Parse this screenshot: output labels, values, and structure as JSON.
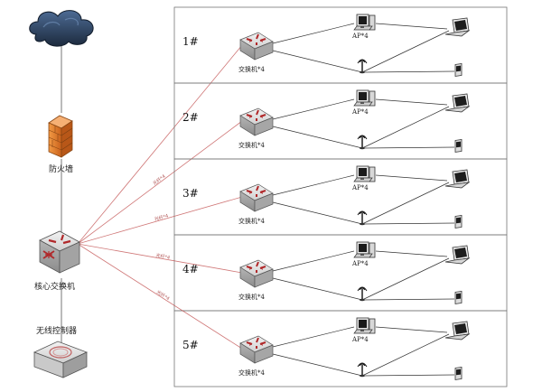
{
  "left_column": {
    "firewall_label": "防火墙",
    "core_switch_label": "核心交换机",
    "wireless_controller_label": "无线控制器"
  },
  "floors": [
    {
      "number": "1#",
      "switch_label": "交换机*4",
      "ap_label": "AP*4",
      "link_label": ""
    },
    {
      "number": "2#",
      "switch_label": "交换机*4",
      "ap_label": "AP*4",
      "link_label": "光纤*4"
    },
    {
      "number": "3#",
      "switch_label": "交换机*4",
      "ap_label": "AP*4",
      "link_label": "光纤*4"
    },
    {
      "number": "4#",
      "switch_label": "交换机*4",
      "ap_label": "AP*4",
      "link_label": "光纤*4"
    },
    {
      "number": "5#",
      "switch_label": "交换机*4",
      "ap_label": "AP*4",
      "link_label": "光纤*4"
    }
  ],
  "colors": {
    "fiber_link": "#c04a4a",
    "ethernet_link": "#333333",
    "box_border": "#777777",
    "firewall": "#e0802a",
    "cloud": "#2a3f5c"
  }
}
